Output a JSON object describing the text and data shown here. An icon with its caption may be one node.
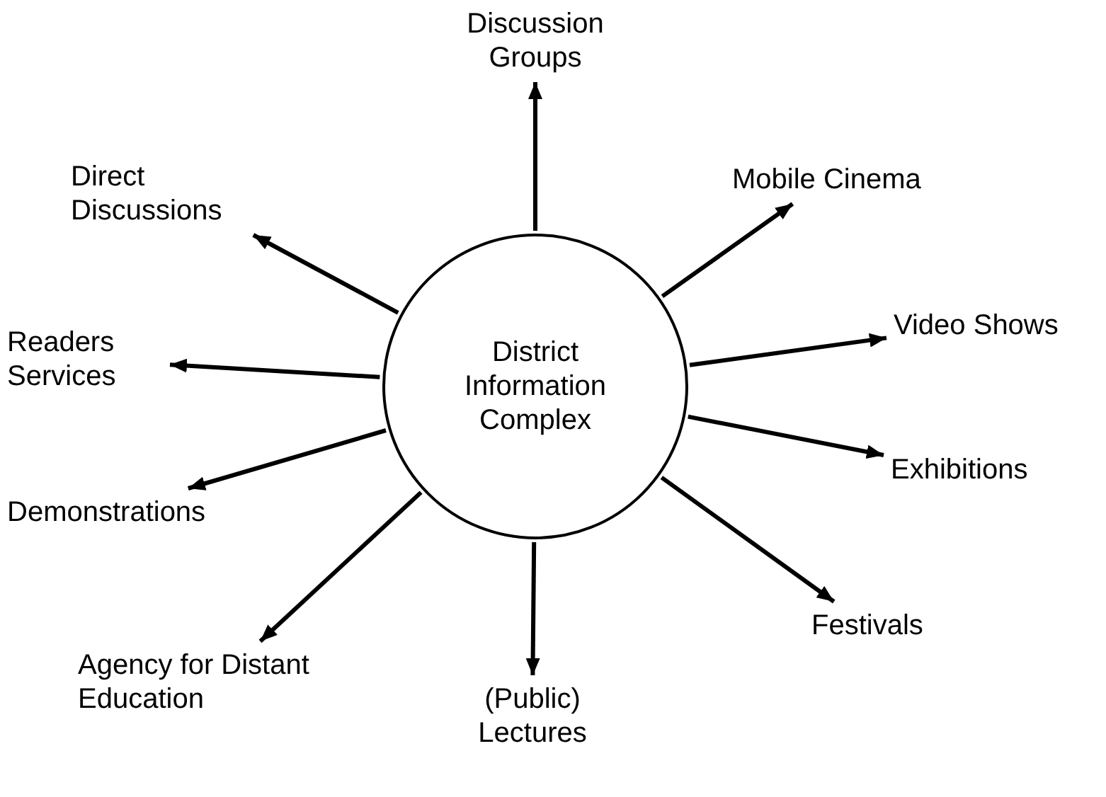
{
  "diagram": {
    "nodes": [
      {
        "text": [
          "District Information Complex"
        ]
      },
      {
        "text": [
          "Discussion Groups"
        ]
      },
      {
        "text": [
          "Mobile Cinema"
        ]
      },
      {
        "text": [
          "Video Shows"
        ]
      },
      {
        "text": [
          "Exhibitions"
        ]
      },
      {
        "text": [
          "Festivals"
        ]
      },
      {
        "text": [
          "(Public) Lectures"
        ]
      },
      {
        "text": [
          "Agency for Distant Education"
        ]
      },
      {
        "text": [
          "Demonstrations"
        ]
      },
      {
        "text": [
          "Readers Services"
        ]
      },
      {
        "text": [
          "Direct Discussions"
        ]
      }
    ],
    "edges": [
      {
        "from": 0,
        "to": 1,
        "arrow": "to"
      },
      {
        "from": 0,
        "to": 2,
        "arrow": "to"
      },
      {
        "from": 0,
        "to": 3,
        "arrow": "to"
      },
      {
        "from": 0,
        "to": 4,
        "arrow": "to"
      },
      {
        "from": 0,
        "to": 5,
        "arrow": "to"
      },
      {
        "from": 0,
        "to": 6,
        "arrow": "to"
      },
      {
        "from": 0,
        "to": 7,
        "arrow": "to"
      },
      {
        "from": 0,
        "to": 8,
        "arrow": "to"
      },
      {
        "from": 0,
        "to": 9,
        "arrow": "to"
      },
      {
        "from": 0,
        "to": 10,
        "arrow": "to"
      }
    ]
  }
}
